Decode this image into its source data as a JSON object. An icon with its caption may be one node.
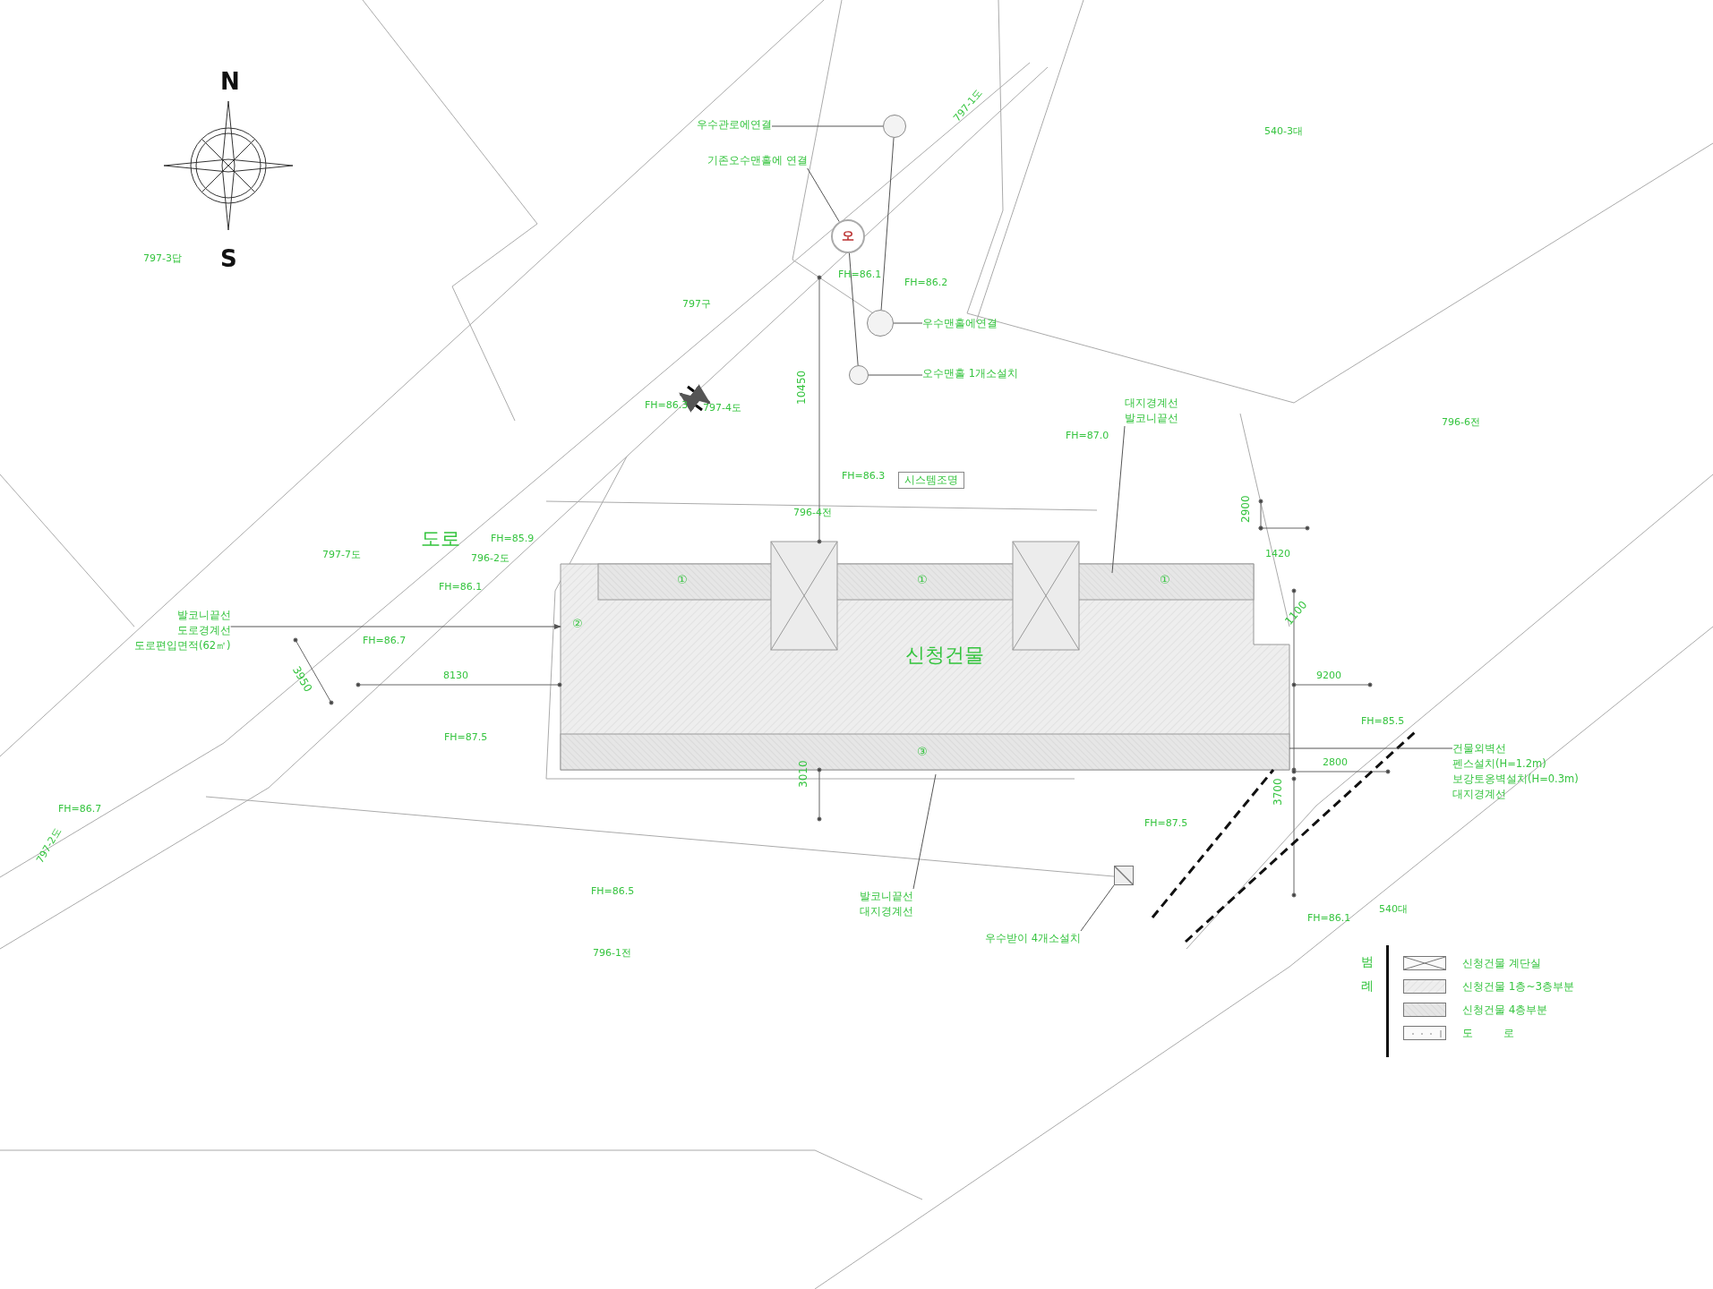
{
  "diagram": {
    "nodes": [
      {
        "text": [
          "우수관로에연결"
        ]
      },
      {
        "text": [],
        "shape": "circle"
      },
      {
        "text": [
          "기존오수맨홀에 연결"
        ]
      },
      {
        "text": [
          "오"
        ]
      },
      {
        "text": [
          "우수맨홀에연결"
        ]
      },
      {
        "text": [],
        "shape": "circle"
      },
      {
        "text": [
          "오수맨홀 1개소설치"
        ]
      },
      {
        "text": [],
        "shape": "circle"
      },
      {
        "text": [
          "대지경계선",
          "발코니끝선"
        ]
      },
      {
        "text": [
          "신청건물"
        ]
      },
      {
        "text": [
          "발코니끝선",
          "도로경계선",
          "도로편입면적(62㎡)"
        ]
      },
      {
        "text": [
          "건물외벽선",
          "펜스설치(H=1.2m)",
          "보강토옹벽설치(H=0.3m)",
          "대지경계선"
        ]
      },
      {
        "text": [
          "발코니끝선",
          "대지경계선"
        ]
      },
      {
        "text": [
          "우수받이 4개소설치"
        ]
      },
      {
        "text": [],
        "shape": "box"
      }
    ],
    "edges": [
      {
        "from": 0,
        "to": 1,
        "arrow": "none"
      },
      {
        "from": 2,
        "to": 3,
        "arrow": "none"
      },
      {
        "from": 4,
        "to": 5,
        "arrow": "none"
      },
      {
        "from": 6,
        "to": 7,
        "arrow": "none"
      },
      {
        "from": 1,
        "to": 5,
        "arrow": "none"
      },
      {
        "from": 3,
        "to": 7,
        "arrow": "none"
      },
      {
        "from": 8,
        "to": 9,
        "arrow": "none"
      },
      {
        "from": 10,
        "to": 9,
        "arrow": "to"
      },
      {
        "from": 11,
        "to": 9,
        "arrow": "none"
      },
      {
        "from": 12,
        "to": 9,
        "arrow": "none"
      },
      {
        "from": 13,
        "to": 14,
        "arrow": "none"
      }
    ],
    "labels": [
      "N",
      "S",
      "540-3대",
      "797-1도",
      "797-3답",
      "FH=86.1",
      "FH=86.2",
      "797구",
      "FH=86.3",
      "797-4도",
      "10450",
      "FH=87.0",
      "796-6전",
      "FH=86.3",
      "시스템조명",
      "796-4전",
      "797-7도",
      "도로",
      "FH=85.9",
      "796-2도",
      "①",
      "①",
      "①",
      "2900",
      "1420",
      "FH=86.1",
      "②",
      "1100",
      "FH=86.7",
      "3950",
      "8130",
      "9200",
      "FH=85.5",
      "FH=87.5",
      "③",
      "2800",
      "3010",
      "3700",
      "FH=87.5",
      "FH=86.7",
      "797-2도",
      "FH=86.5",
      "540대",
      "FH=86.1",
      "796-1전",
      "범",
      "례"
    ],
    "legend": [
      {
        "text": "신청건물 계단실"
      },
      {
        "text": "신청건물 1층~3층부분"
      },
      {
        "text": "신청건물 4층부분"
      },
      {
        "text": "도 로"
      }
    ]
  }
}
